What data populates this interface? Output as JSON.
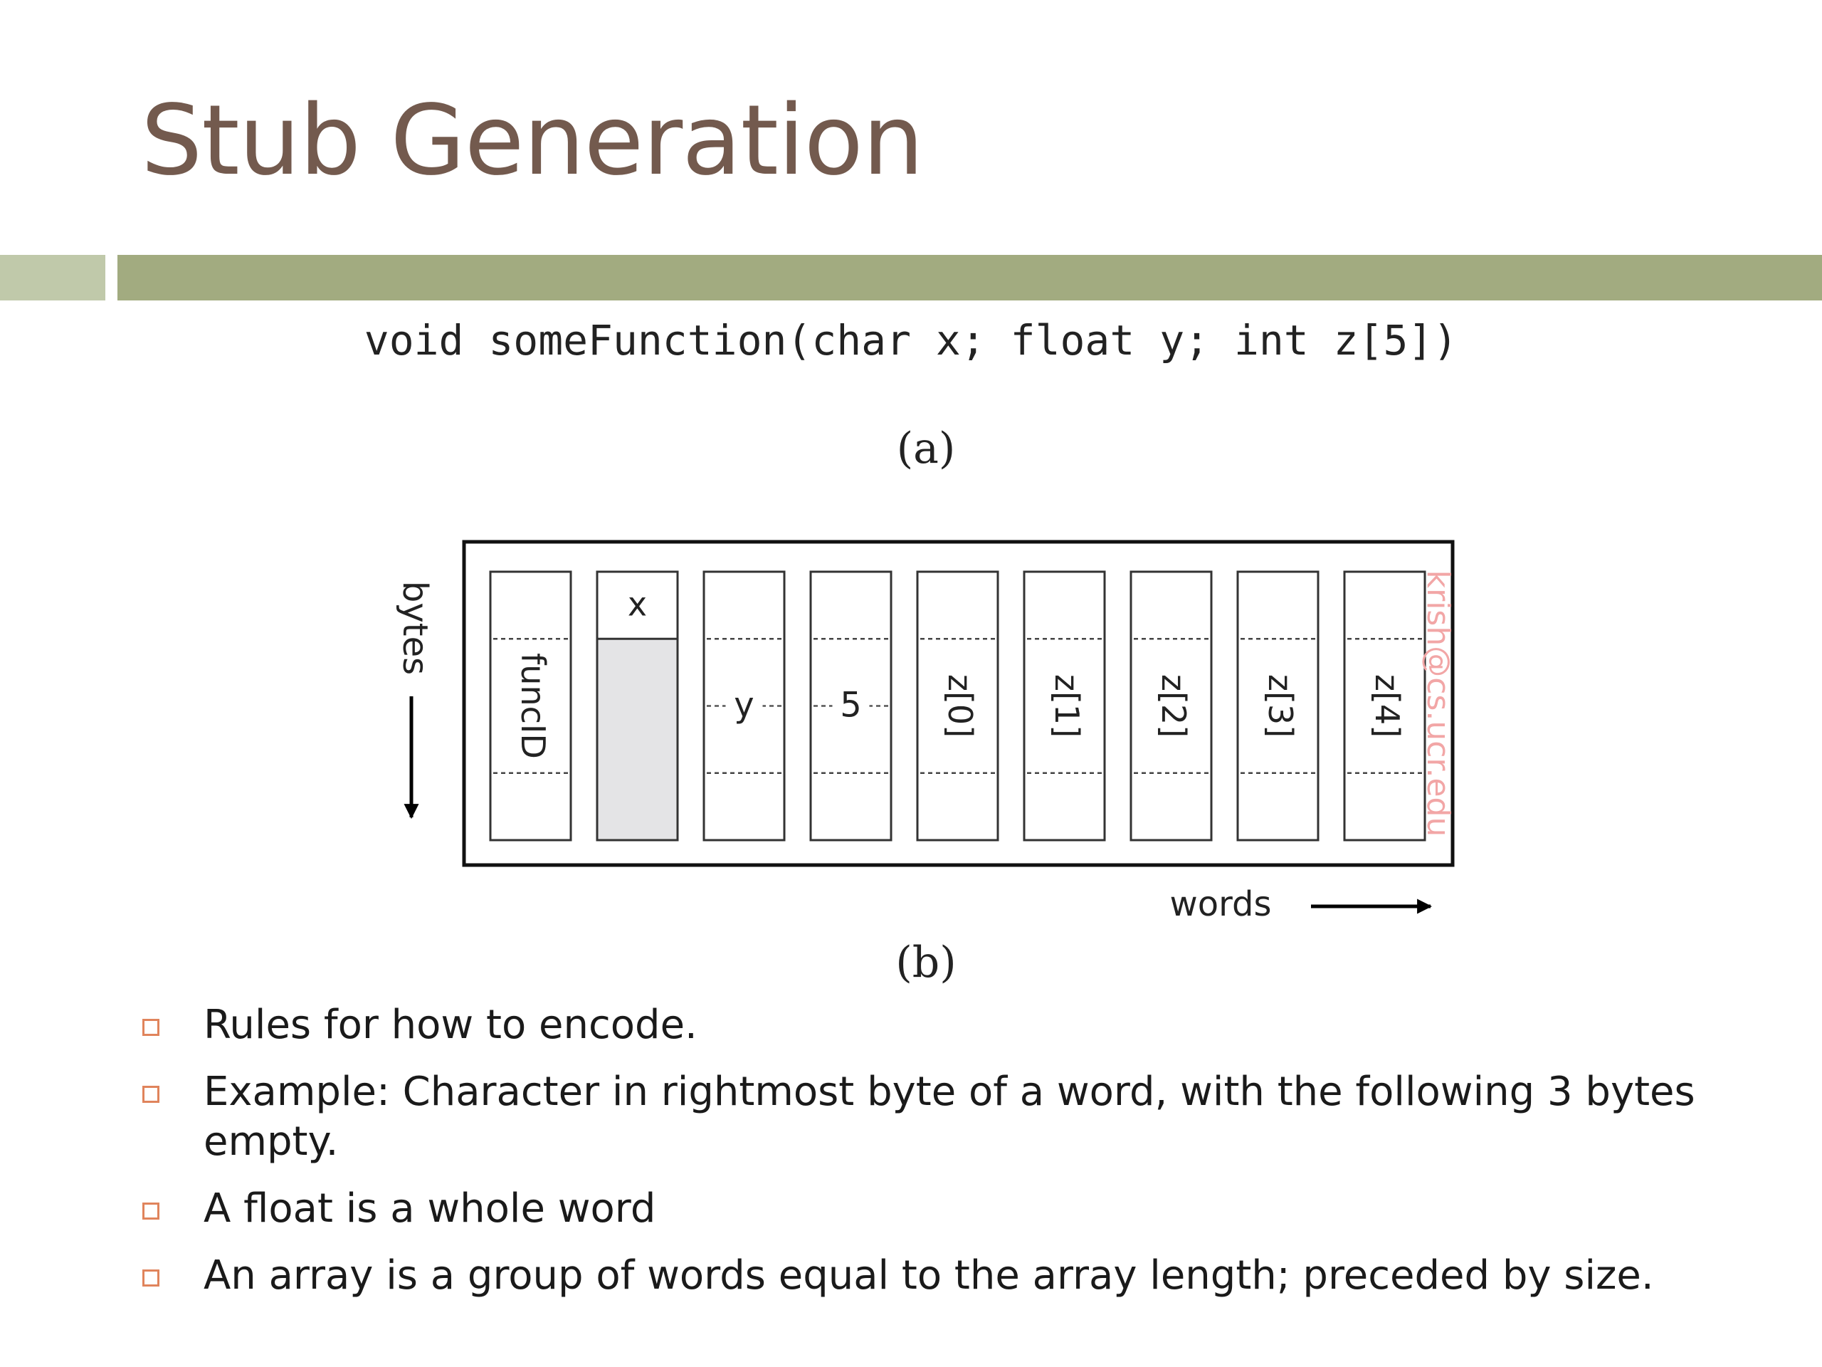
{
  "slide": {
    "title": "Stub Generation",
    "signature": "void someFunction(char x; float y; int z[5])",
    "caption_a": "(a)",
    "caption_b": "(b)"
  },
  "diagram": {
    "axis_bytes_label": "bytes",
    "axis_words_label": "words",
    "watermark": "krish@cs.ucr.edu",
    "words": [
      {
        "label": "funcID",
        "layout": "vertical"
      },
      {
        "label": "x",
        "layout": "char"
      },
      {
        "label": "y",
        "layout": "horizontal"
      },
      {
        "label": "5",
        "layout": "horizontal"
      },
      {
        "label": "z[0]",
        "layout": "vertical"
      },
      {
        "label": "z[1]",
        "layout": "vertical"
      },
      {
        "label": "z[2]",
        "layout": "vertical"
      },
      {
        "label": "z[3]",
        "layout": "vertical"
      },
      {
        "label": "z[4]",
        "layout": "vertical"
      }
    ]
  },
  "bullets": [
    "Rules for how to encode.",
    "Example: Character in rightmost byte of a word, with the following 3 bytes empty.",
    "A float is a whole word",
    "An array is a group of words equal to the array length; preceded by size."
  ],
  "colors": {
    "title": "#735a4e",
    "band_light": "#c0c9aa",
    "band_dark": "#a2ab80",
    "bullet_marker": "#e0845c",
    "shaded_cell": "#e4e4e6",
    "watermark": "#f2a6a6"
  }
}
